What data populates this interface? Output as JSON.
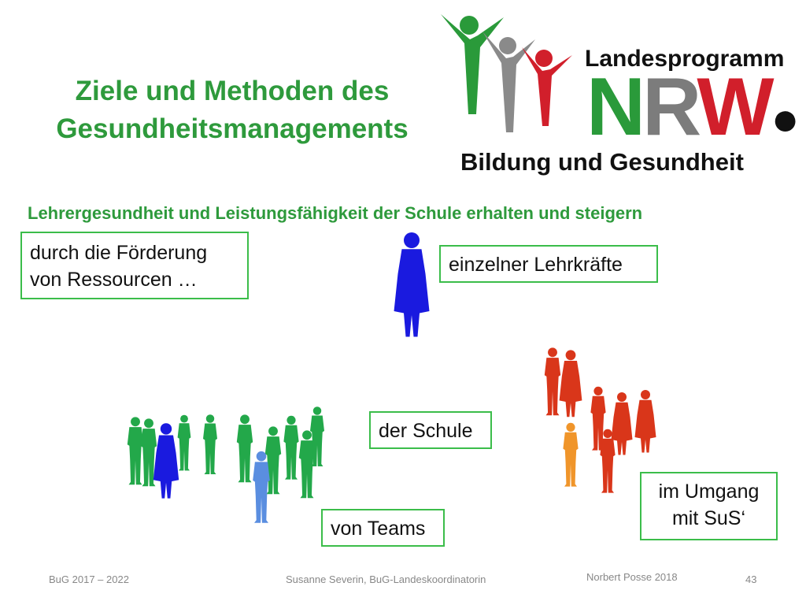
{
  "title": {
    "line1": "Ziele und Methoden des",
    "line2": "Gesundheitsmanagements"
  },
  "logo": {
    "top": "Landesprogramm",
    "nrw_n": "N",
    "nrw_r": "R",
    "nrw_w": "W",
    "bottom": "Bildung und Gesundheit",
    "colors": {
      "green": "#2a9a3a",
      "gray": "#7c7c7c",
      "red": "#d11f2b"
    }
  },
  "subtitle": "Lehrergesundheit und Leistungsfähigkeit  der Schule erhalten und steigern",
  "boxes": {
    "resources_line1": "durch die Förderung",
    "resources_line2": "von Ressourcen …",
    "teachers": "einzelner Lehrkräfte",
    "school": "der Schule",
    "teams": "von Teams",
    "students_line1": "im Umgang",
    "students_line2": "mit SuS‘"
  },
  "footer": {
    "left": "BuG 2017 – 2022",
    "center": "Susanne Severin, BuG-Landeskoordinatorin",
    "author": "Norbert Posse 2018",
    "page": "43"
  },
  "colors": {
    "title_green": "#2e9a3c",
    "box_border": "#3bbd4a",
    "silhouette_blue": "#1a1adf",
    "silhouette_green": "#23a84a",
    "silhouette_lightblue": "#5a8ee0",
    "silhouette_red": "#d9361a",
    "silhouette_orange": "#f0952a"
  }
}
